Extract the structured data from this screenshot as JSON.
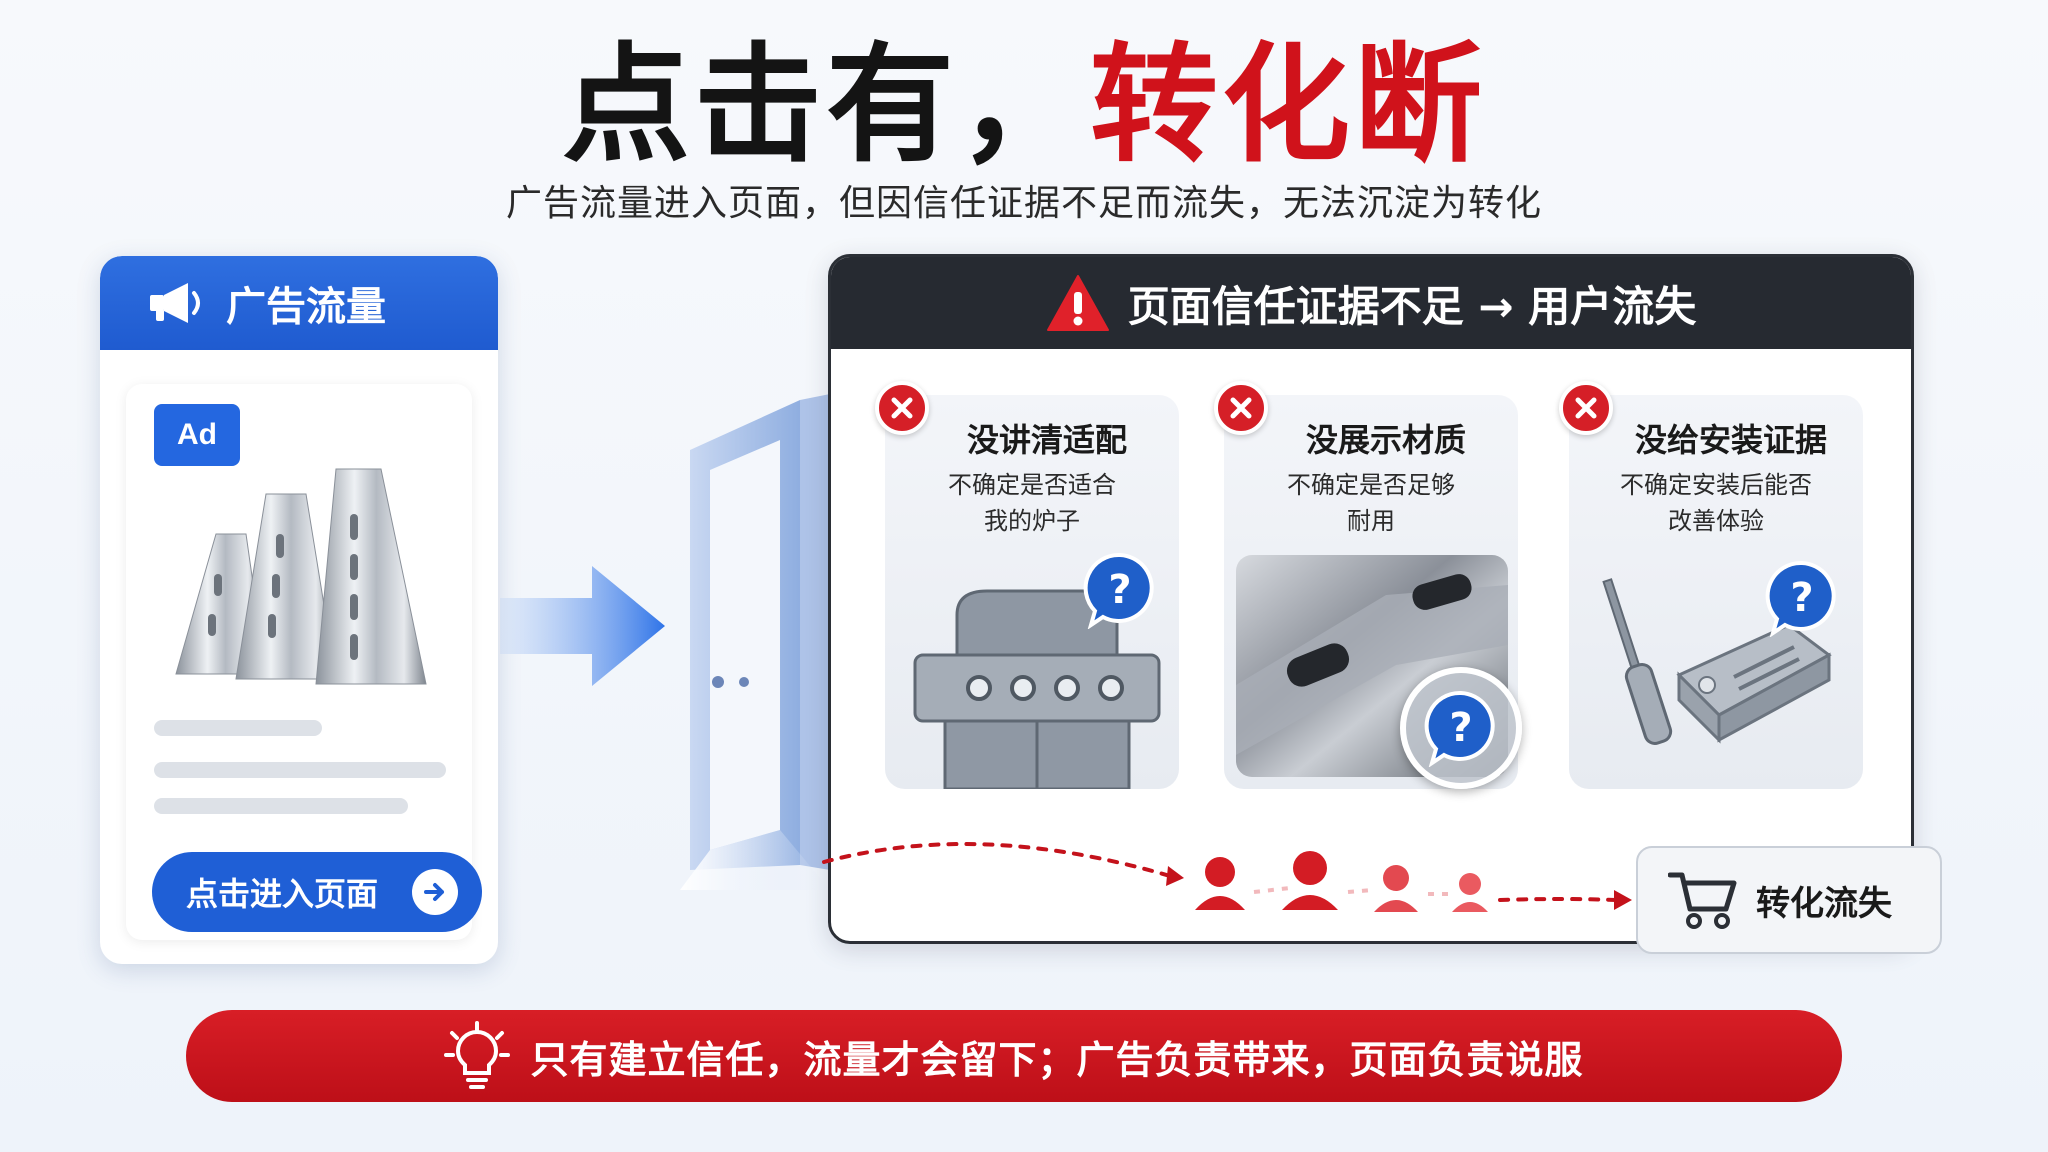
{
  "title": {
    "part1": "点击有，",
    "part2": "转化断"
  },
  "subtitle": "广告流量进入页面，但因信任证据不足而流失，无法沉淀为转化",
  "ad_card": {
    "header": "广告流量",
    "badge": "Ad",
    "button_label": "点击进入页面"
  },
  "panel": {
    "header": "页面信任证据不足 → 用户流失",
    "reasons": [
      {
        "title": "没讲清适配",
        "desc_line1": "不确定是否适合",
        "desc_line2": "我的炉子"
      },
      {
        "title": "没展示材质",
        "desc_line1": "不确定是否足够",
        "desc_line2": "耐用"
      },
      {
        "title": "没给安装证据",
        "desc_line1": "不确定安装后能否",
        "desc_line2": "改善体验"
      }
    ],
    "loss_label": "转化流失"
  },
  "banner": "只有建立信任，流量才会留下；广告负责带来，页面负责说服",
  "colors": {
    "accent_red": "#d0121b",
    "accent_blue": "#1f5fd6",
    "dark": "#262a31"
  },
  "icons": {
    "megaphone": "megaphone-icon",
    "warning": "warning-icon",
    "x": "x-icon",
    "question": "question-bubble-icon",
    "cart": "cart-icon",
    "bulb": "lightbulb-icon",
    "arrow": "arrow-right-icon"
  }
}
